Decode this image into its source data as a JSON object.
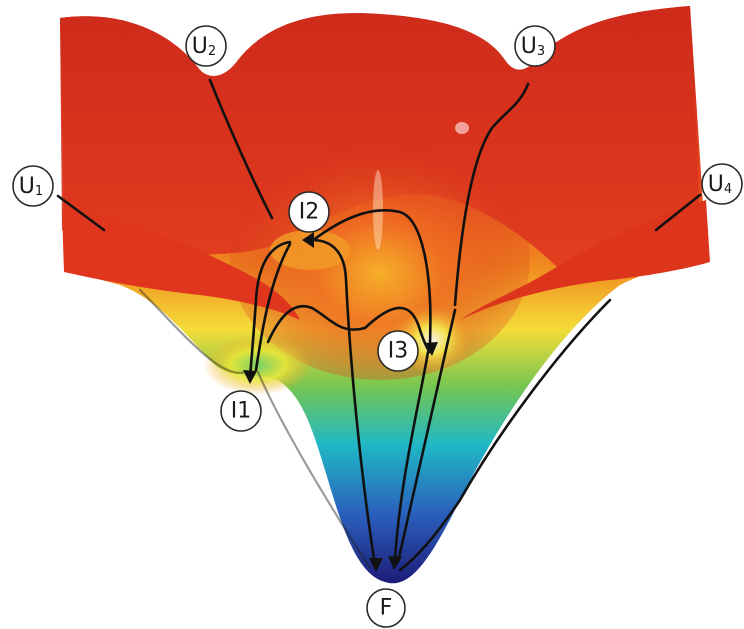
{
  "states": {
    "U1": {
      "main": "U",
      "sub": "1"
    },
    "U2": {
      "main": "U",
      "sub": "2"
    },
    "U3": {
      "main": "U",
      "sub": "3"
    },
    "U4": {
      "main": "U",
      "sub": "4"
    },
    "I1": {
      "main": "I1"
    },
    "I2": {
      "main": "I2"
    },
    "I3": {
      "main": "I3"
    },
    "F": {
      "main": "F"
    }
  },
  "colors": {
    "high_energy": "#d42a1a",
    "upper_red": "#e8401e",
    "orange": "#f28a1c",
    "yellow": "#f1e63a",
    "green": "#5fbf5a",
    "cyan": "#1fb9c8",
    "blue": "#2456b8",
    "deep_blue": "#1c1d7a",
    "path_line": "#111111"
  }
}
